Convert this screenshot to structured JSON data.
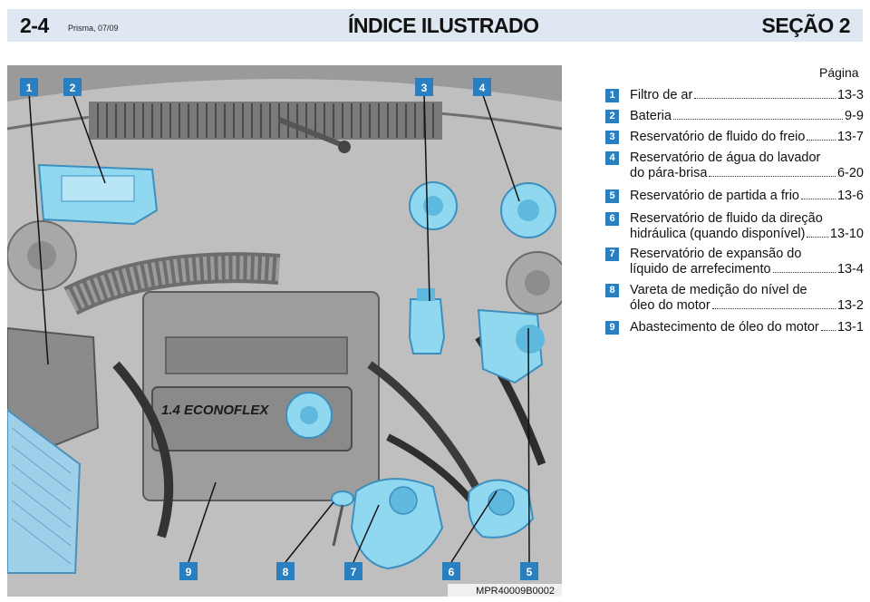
{
  "header": {
    "page_number": "2-4",
    "edition": "Prisma, 07/09",
    "title": "ÍNDICE ILUSTRADO",
    "section": "SEÇÃO 2",
    "band_color": "#dfe8f2"
  },
  "photo": {
    "engine_label": "1.4 ECONOFLEX",
    "code": "MPR40009B0002",
    "callouts": [
      "1",
      "2",
      "3",
      "4",
      "9",
      "8",
      "7",
      "6",
      "5"
    ],
    "highlight_color": "#8fd8ef",
    "callout_color": "#2a7fc0"
  },
  "index": {
    "column_title": "Página",
    "items": [
      {
        "num": "1",
        "lines": [],
        "label": "Filtro de ar",
        "page": "13-3"
      },
      {
        "num": "2",
        "lines": [],
        "label": "Bateria",
        "page": "9-9"
      },
      {
        "num": "3",
        "lines": [],
        "label": "Reservatório de fluido do freio",
        "page": "13-7"
      },
      {
        "num": "4",
        "lines": [
          "Reservatório de água do lavador"
        ],
        "label": "do pára-brisa",
        "page": "6-20"
      },
      {
        "num": "5",
        "lines": [],
        "label": "Reservatório de partida a frio",
        "page": "13-6"
      },
      {
        "num": "6",
        "lines": [
          "Reservatório de fluido da direção"
        ],
        "label": "hidráulica (quando disponível)",
        "page": "13-10"
      },
      {
        "num": "7",
        "lines": [
          "Reservatório de expansão do"
        ],
        "label": "líquido de arrefecimento",
        "page": "13-4"
      },
      {
        "num": "8",
        "lines": [
          "Vareta de medição do nível de"
        ],
        "label": "óleo do motor",
        "page": "13-2"
      },
      {
        "num": "9",
        "lines": [],
        "label": "Abastecimento de óleo do motor",
        "page": "13-1"
      }
    ]
  }
}
